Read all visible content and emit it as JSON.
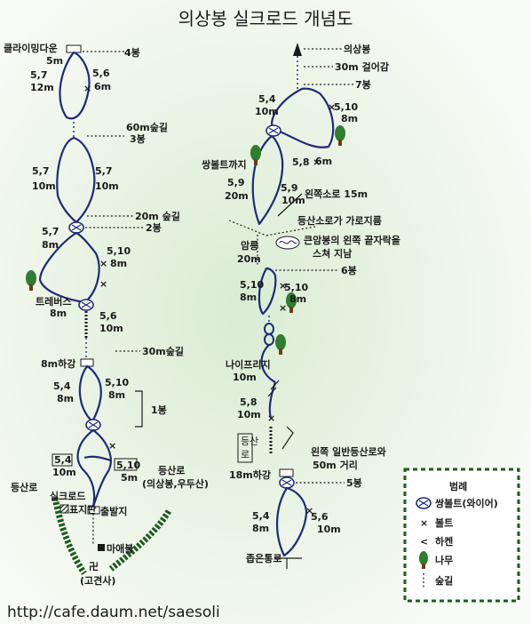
{
  "title": "의상봉 실크로드 개념도",
  "marks": {
    "bolt": "×",
    "haken": "<"
  },
  "left": {
    "climbing_down": "클라이밍다운",
    "p1_len": "5m",
    "peak4": "4봉",
    "p1_grade_a": "5,7",
    "p1_len_a": "12m",
    "p1_grade_b": "5,6",
    "p1_len_b": "6m",
    "trail_60m": "60m숲길",
    "peak3": "3봉",
    "p2_grade_a": "5,7",
    "p2_len_a": "10m",
    "p2_grade_b": "5,7",
    "p2_len_b": "10m",
    "trail_20m": "20m 숲길",
    "peak2": "2봉",
    "p3_grade_a": "5,7",
    "p3_len_a": "8m",
    "p3_grade_b": "5,10",
    "p3_len_b": "8m",
    "traverse": "트레버스",
    "traverse_len": "8m",
    "ladder_grade": "5,6",
    "ladder_len": "10m",
    "trail_30m": "30m숲길",
    "descent_8m": "8m하강",
    "p4_grade_a": "5,4",
    "p4_len_a": "8m",
    "p4_grade_b": "5,10",
    "p4_len_b": "8m",
    "peak1": "1봉",
    "p5_grade_a": "5,4",
    "p5_len_a": "10m",
    "p5_grade_b": "5,10",
    "p5_len_b": "5m",
    "hiking_trail": "등산로",
    "hiking_trail_right": "등산로",
    "hiking_trail_right_sub": "(의상봉,우두산)",
    "silk_road": "실크로드",
    "signboard": "표지판",
    "start": "출발지",
    "cliff_buddha": "마애불",
    "temple_symbol": "卍",
    "temple": "(고견사)"
  },
  "right": {
    "uisangbong": "의상봉",
    "walk_30m": "30m 걸어감",
    "peak7": "7봉",
    "p7_grade_a": "5,4",
    "p7_len_a": "10m",
    "p7_grade_b": "5,10",
    "p7_len_b": "8m",
    "p7_grade_c": "5,8",
    "p7_len_c": "6m",
    "to_bolt": "쌍볼트까지",
    "pr_grade_a": "5,9",
    "pr_len_a": "20m",
    "pr_grade_b": "5,9",
    "pr_len_b": "10m",
    "left_traverse": "왼쪽소로 15m",
    "hiking_cross": "등산소로가 가로지름",
    "ridge": "암릉",
    "ridge_len": "20m",
    "big_rock": "큰암봉의 왼쪽 끝자락을",
    "big_rock_2": "스쳐 지남",
    "peak6": "6봉",
    "p6_grade_a": "5,10",
    "p6_len_a": "8m",
    "p6_grade_b": "5,10",
    "p6_len_b": "8m",
    "nail_bridge": "나이프리지",
    "nail_bridge_len": "10m",
    "p5_grade": "5,8",
    "p5_len": "10m",
    "hiking_vertical_1": "등산",
    "hiking_vertical_2": "로",
    "general_trail": "왼쪽 일반등산로와",
    "general_trail_2": "50m 거리",
    "descent_18m": "18m하강",
    "peak5": "5봉",
    "pl_grade_a": "5,4",
    "pl_len_a": "8m",
    "pl_grade_b": "5,6",
    "pl_len_b": "10m",
    "narrow_passage": "좁은통로"
  },
  "legend": {
    "title": "범례",
    "bolt_anchor": "쌍볼트(와이어)",
    "bolt": "볼트",
    "haken": "하켄",
    "tree": "나무",
    "trail": "숲길"
  },
  "source_url": "http://cafe.daum.net/saesoli"
}
